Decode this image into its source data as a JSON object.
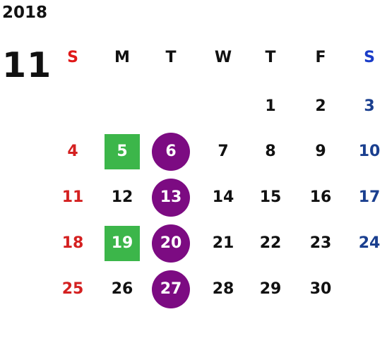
{
  "calendar": {
    "year": "2018",
    "month": "11",
    "weekdays": [
      {
        "label": "S",
        "color": "#e01818"
      },
      {
        "label": "M",
        "color": "#111111"
      },
      {
        "label": "T",
        "color": "#111111"
      },
      {
        "label": "W",
        "color": "#111111"
      },
      {
        "label": "T",
        "color": "#111111"
      },
      {
        "label": "F",
        "color": "#111111"
      },
      {
        "label": "S",
        "color": "#1a3cc8"
      }
    ],
    "colors": {
      "sunday_date": "#d42020",
      "saturday_date": "#1a3f8f",
      "weekday_date": "#111111",
      "highlight_text": "#ffffff",
      "green_marker": "#3cb64a",
      "purple_marker": "#7c0b82"
    },
    "weeks": [
      [
        null,
        null,
        null,
        null,
        {
          "day": "1"
        },
        {
          "day": "2"
        },
        {
          "day": "3"
        }
      ],
      [
        {
          "day": "4"
        },
        {
          "day": "5",
          "marker": "green"
        },
        {
          "day": "6",
          "marker": "purple"
        },
        {
          "day": "7"
        },
        {
          "day": "8"
        },
        {
          "day": "9"
        },
        {
          "day": "10"
        }
      ],
      [
        {
          "day": "11"
        },
        {
          "day": "12"
        },
        {
          "day": "13",
          "marker": "purple"
        },
        {
          "day": "14"
        },
        {
          "day": "15"
        },
        {
          "day": "16"
        },
        {
          "day": "17"
        }
      ],
      [
        {
          "day": "18"
        },
        {
          "day": "19",
          "marker": "green"
        },
        {
          "day": "20",
          "marker": "purple"
        },
        {
          "day": "21"
        },
        {
          "day": "22"
        },
        {
          "day": "23"
        },
        {
          "day": "24"
        }
      ],
      [
        {
          "day": "25"
        },
        {
          "day": "26"
        },
        {
          "day": "27",
          "marker": "purple"
        },
        {
          "day": "28"
        },
        {
          "day": "29"
        },
        {
          "day": "30"
        },
        null
      ]
    ]
  }
}
